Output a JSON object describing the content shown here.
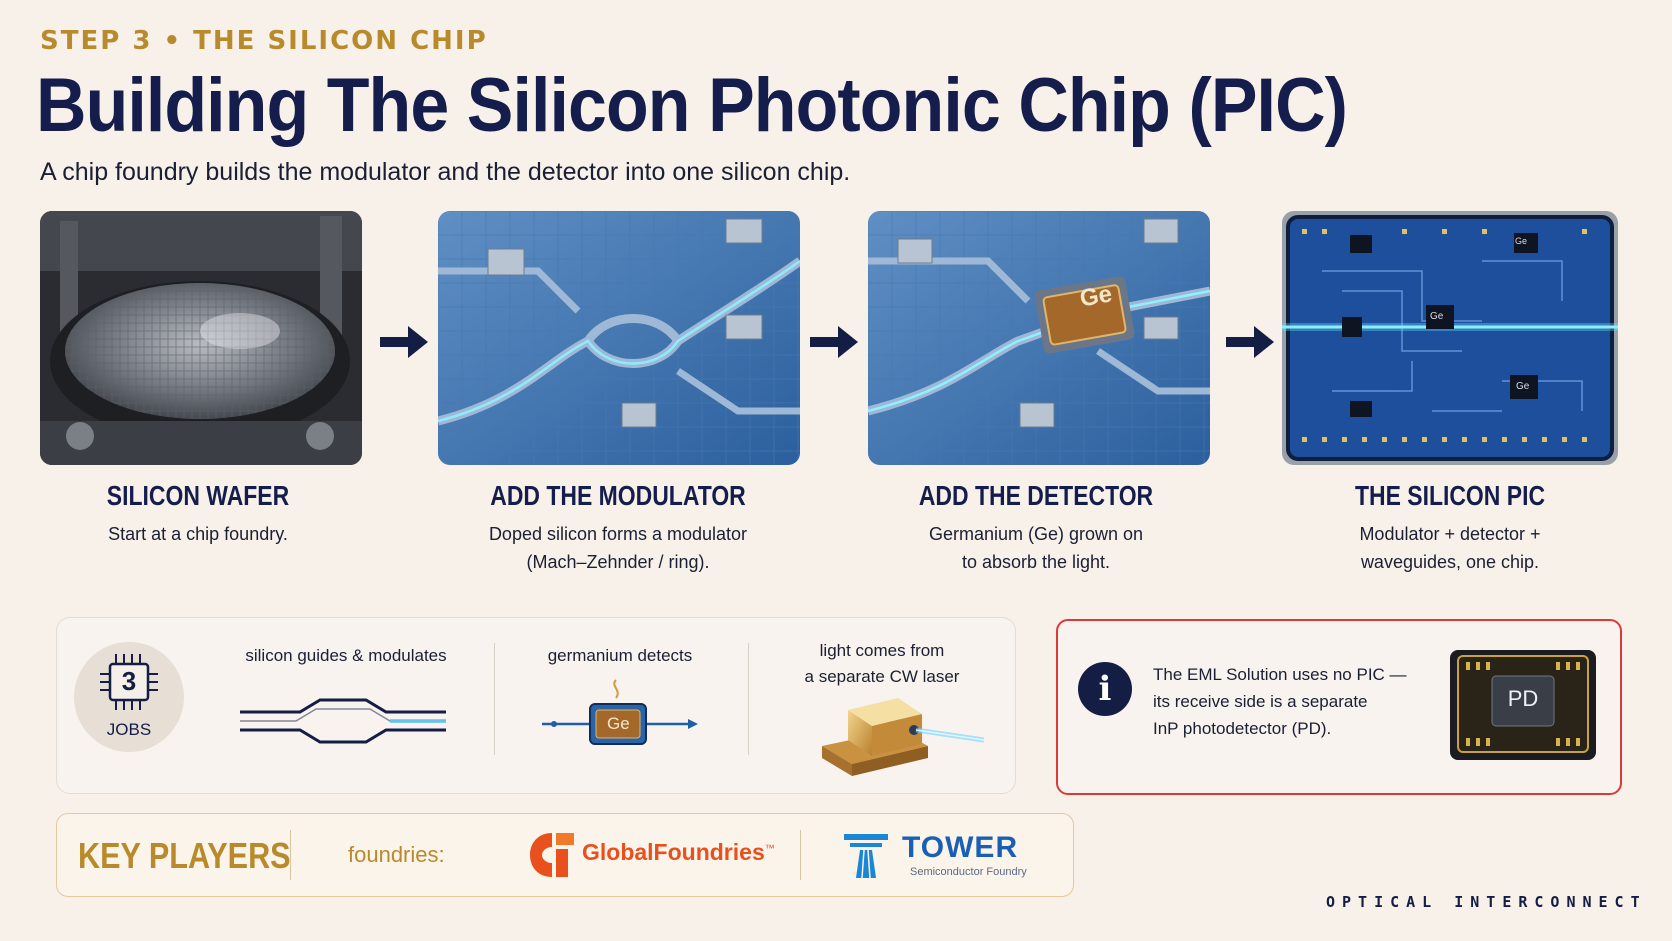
{
  "header": {
    "kicker": "STEP 3 • THE SILICON CHIP",
    "title": "Building The Silicon Photonic Chip (PIC)",
    "subtitle": "A chip foundry builds the modulator and the detector into one silicon chip."
  },
  "steps": [
    {
      "title": "SILICON WAFER",
      "desc_line1": "Start at a chip foundry.",
      "desc_line2": ""
    },
    {
      "title": "ADD THE MODULATOR",
      "desc_line1": "Doped silicon forms a modulator",
      "desc_line2": "(Mach–Zehnder / ring)."
    },
    {
      "title": "ADD THE DETECTOR",
      "desc_line1": "Germanium (Ge) grown on",
      "desc_line2": "to absorb the light."
    },
    {
      "title": "THE SILICON PIC",
      "desc_line1": "Modulator + detector +",
      "desc_line2": "waveguides, one chip."
    }
  ],
  "chip_labels": {
    "ge": "Ge",
    "pd": "PD"
  },
  "jobs": {
    "count": "3",
    "label": "JOBS",
    "items": [
      {
        "line1": "silicon guides & modulates",
        "line2": ""
      },
      {
        "line1": "germanium detects",
        "line2": ""
      },
      {
        "line1": "light comes from",
        "line2": "a separate CW laser"
      }
    ]
  },
  "info": {
    "icon": "i",
    "line1": "The EML Solution uses no PIC —",
    "line2": "its receive side is a separate",
    "line3": "InP photodetector (PD)."
  },
  "key_players": {
    "title": "KEY PLAYERS",
    "foundries_label": "foundries:",
    "globalfoundries": "GlobalFoundries",
    "globalfoundries_tm": "™",
    "tower": "TOWER",
    "tower_sub": "Semiconductor Foundry"
  },
  "brand": "OPTICAL INTERCONNECT",
  "colors": {
    "navy": "#141d4b",
    "gold": "#b98a2c",
    "alert_red": "#d93a3a",
    "gf_orange": "#e8501e",
    "tower_blue": "#1a5fb4"
  }
}
